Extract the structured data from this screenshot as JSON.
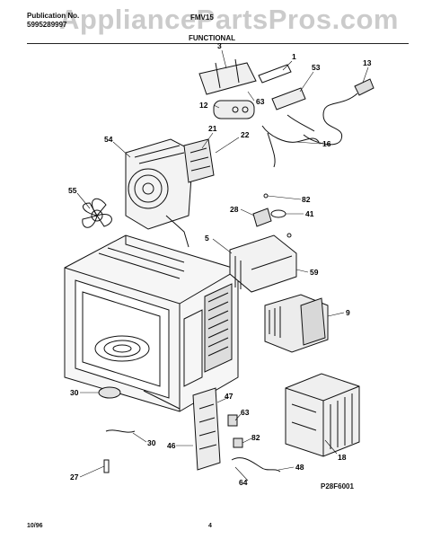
{
  "header": {
    "publication_label": "Publication No.",
    "publication_number": "5995289997",
    "model_partial": "FMV15",
    "section": "FUNCTIONAL",
    "watermark": "AppliancePartsPros.com"
  },
  "callouts": [
    "3",
    "1",
    "53",
    "13",
    "63",
    "12",
    "21",
    "22",
    "16",
    "54",
    "82",
    "55",
    "28",
    "41",
    "5",
    "59",
    "9",
    "47",
    "30",
    "63",
    "82",
    "30",
    "46",
    "18",
    "48",
    "27",
    "64"
  ],
  "drawing_code": "P28F6001",
  "footer": {
    "date": "10/96",
    "page": "4"
  }
}
